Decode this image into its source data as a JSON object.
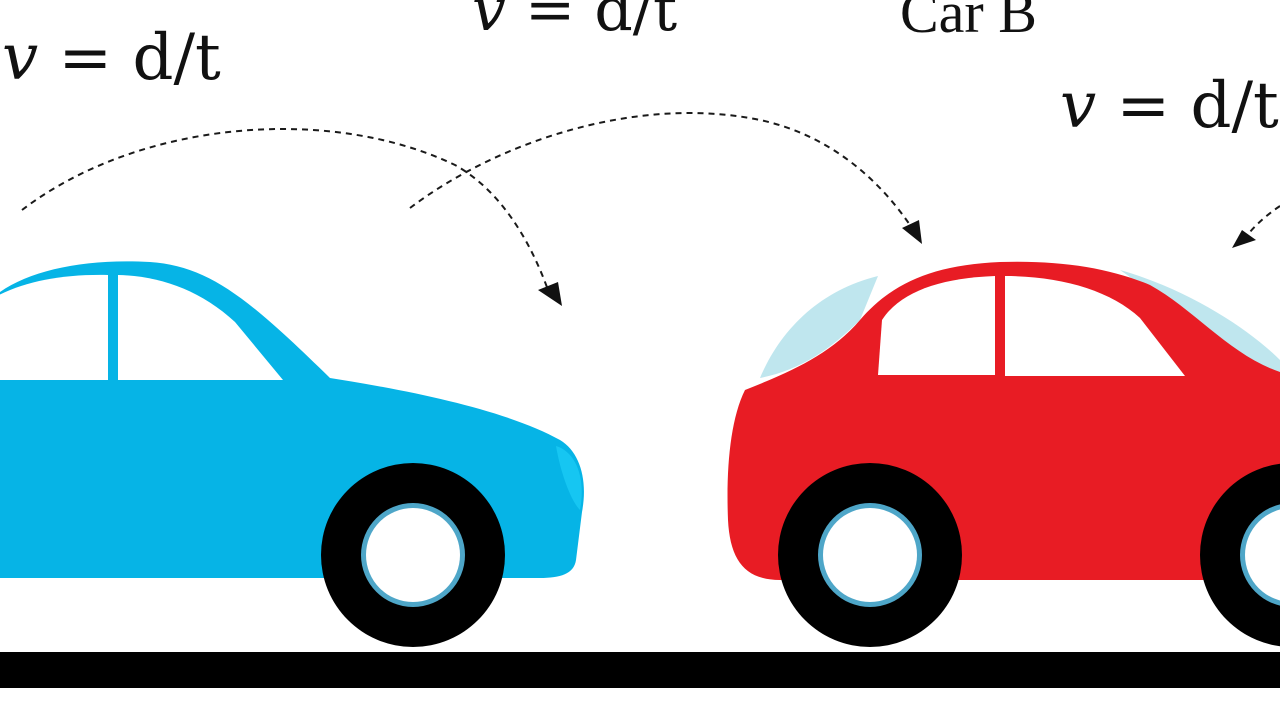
{
  "formulas": {
    "f1": {
      "v": "v",
      "rest": " = d/t"
    },
    "f2": {
      "v": "v",
      "rest": " = d/t"
    },
    "f3": {
      "v": "v",
      "rest": " = d/t"
    }
  },
  "labels": {
    "car_b": "Car B"
  },
  "colors": {
    "car_a_body": "#06b4e6",
    "car_a_dark": "#049ccb",
    "car_b_body": "#e81c24",
    "car_b_dark": "#c8141b",
    "windshield": "#bfe6ee",
    "tire": "#000000",
    "hubcap_ring": "#4ea6c8",
    "road": "#000000"
  }
}
